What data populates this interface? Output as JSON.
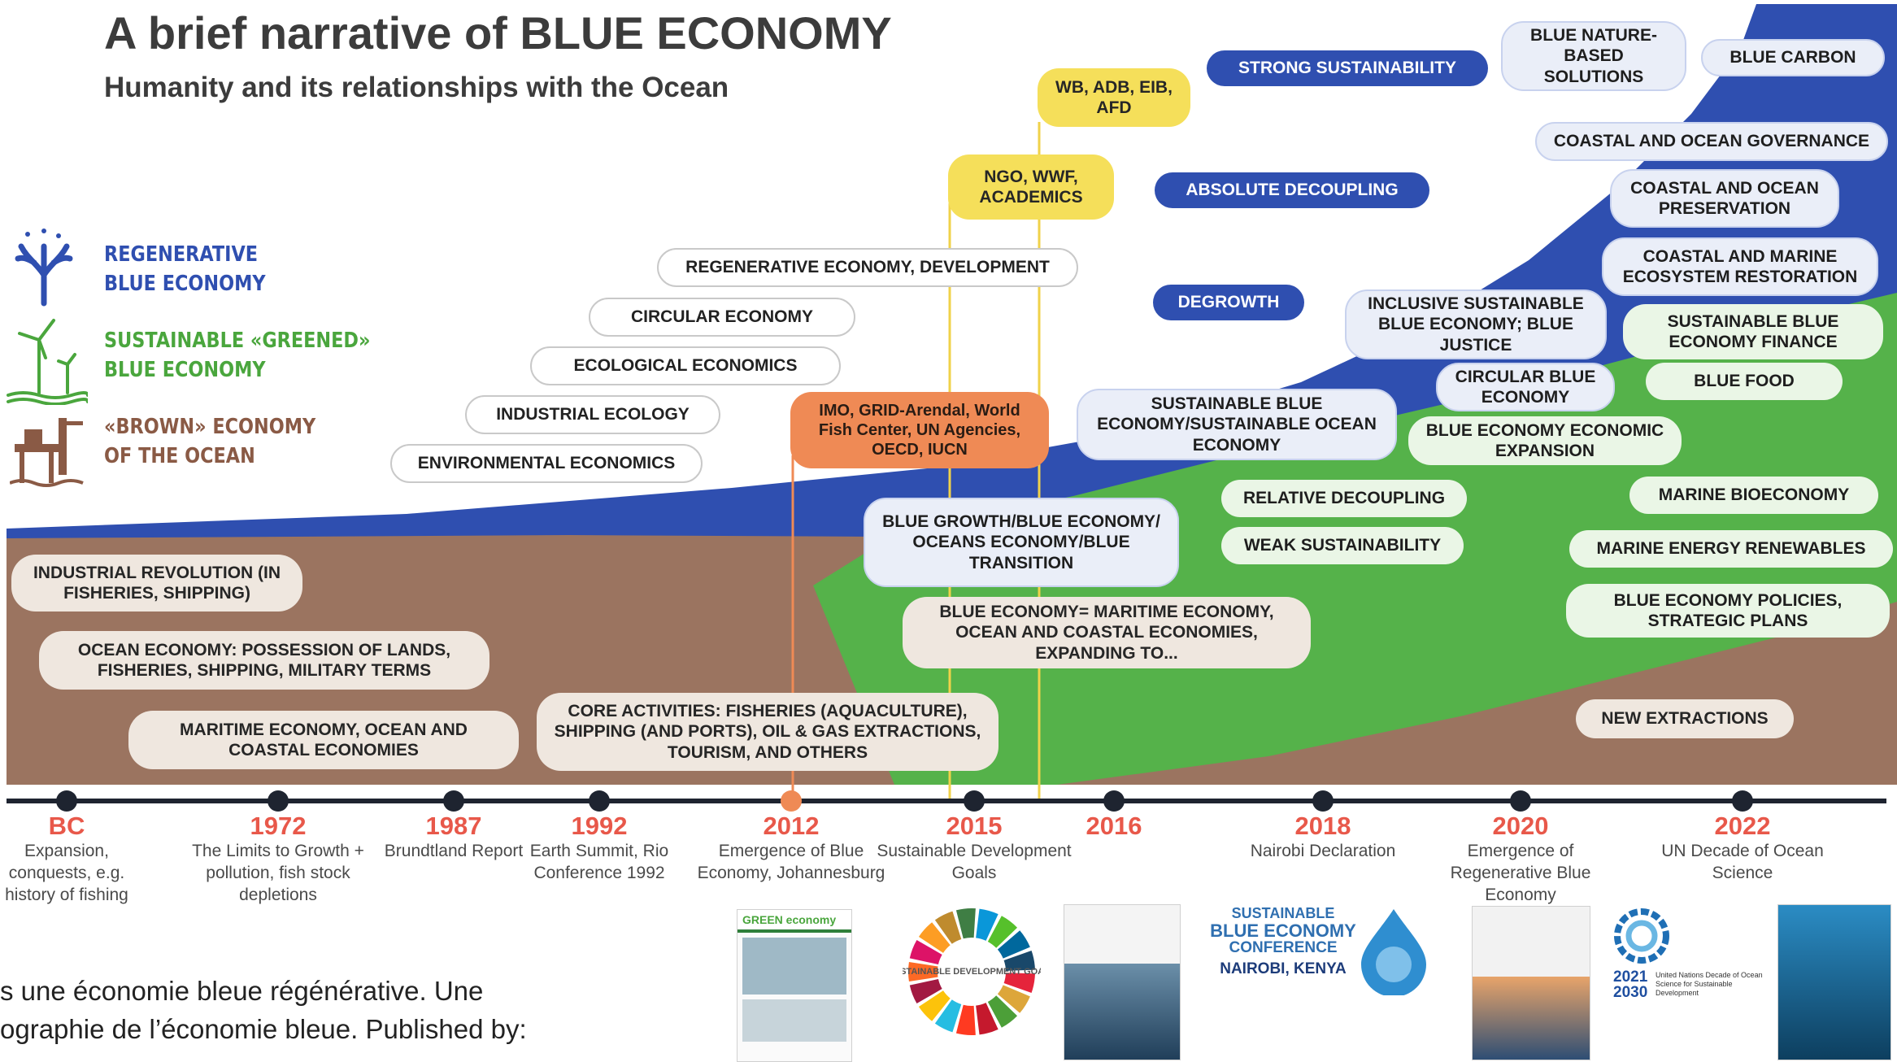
{
  "header": {
    "title": "A brief narrative of BLUE ECONOMY",
    "subtitle": "Humanity and its relationships with the Ocean"
  },
  "colors": {
    "blue": "#2f4fb0",
    "green": "#55b24a",
    "brown": "#9b7460",
    "yellow": "#f5df5a",
    "orange": "#ef8a55",
    "year_red": "#e8584a",
    "timeline": "#1e2430"
  },
  "legend": [
    {
      "line1": "REGENERATIVE",
      "line2": "BLUE ECONOMY",
      "icon": "coral-icon",
      "color": "#2f4fb0"
    },
    {
      "line1": "SUSTAINABLE «GREENED»",
      "line2": "BLUE ECONOMY",
      "icon": "wind-turbine-icon",
      "color": "#4aa63d"
    },
    {
      "line1": "«BROWN» ECONOMY",
      "line2": "OF THE OCEAN",
      "icon": "oil-platform-icon",
      "color": "#8a5a45"
    }
  ],
  "stairs": [
    "REGENERATIVE ECONOMY, DEVELOPMENT",
    "CIRCULAR ECONOMY",
    "ECOLOGICAL ECONOMICS",
    "INDUSTRIAL ECOLOGY",
    "ENVIRONMENTAL ECONOMICS"
  ],
  "actors": {
    "development_banks": "WB, ADB, EIB, AFD",
    "ngos": "NGO, WWF, ACADEMICS",
    "agencies": "IMO, GRID-Arendal, World Fish Center, UN Agencies, OECD, IUCN"
  },
  "sustainability_labels": {
    "strong": "STRONG SUSTAINABILITY",
    "absolute": "ABSOLUTE DECOUPLING",
    "degrowth": "DEGROWTH",
    "relative": "RELATIVE DECOUPLING",
    "weak": "WEAK SUSTAINABILITY"
  },
  "blue_zone": {
    "nature_based": "BLUE NATURE-BASED SOLUTIONS",
    "carbon": "BLUE CARBON",
    "governance": "COASTAL AND OCEAN GOVERNANCE",
    "preservation": "COASTAL AND OCEAN PRESERVATION",
    "restoration": "COASTAL AND MARINE ECOSYSTEM RESTORATION",
    "inclusive": "INCLUSIVE SUSTAINABLE BLUE ECONOMY; BLUE JUSTICE",
    "circular": "CIRCULAR BLUE ECONOMY",
    "sustainable_blue": "SUSTAINABLE BLUE ECONOMY/SUSTAINABLE OCEAN ECONOMY",
    "growth": "BLUE GROWTH/BLUE ECONOMY/ OCEANS ECONOMY/BLUE TRANSITION"
  },
  "green_zone": {
    "finance": "SUSTAINABLE BLUE ECONOMY FINANCE",
    "food": "BLUE FOOD",
    "expansion": "BLUE ECONOMY ECONOMIC EXPANSION",
    "bioeconomy": "MARINE BIOECONOMY",
    "renewables": "MARINE ENERGY RENEWABLES",
    "policies": "BLUE ECONOMY POLICIES, STRATEGIC PLANS"
  },
  "brown_zone": {
    "industrial": "INDUSTRIAL REVOLUTION (IN FISHERIES, SHIPPING)",
    "ocean_economy": "OCEAN ECONOMY: POSSESSION OF LANDS, FISHERIES, SHIPPING, MILITARY TERMS",
    "maritime": "MARITIME ECONOMY, OCEAN AND COASTAL ECONOMIES",
    "core": "CORE ACTIVITIES: FISHERIES (AQUACULTURE), SHIPPING (AND PORTS), OIL & GAS EXTRACTIONS, TOURISM, AND OTHERS",
    "expanding": "BLUE ECONOMY= MARITIME  ECONOMY, OCEAN AND COASTAL ECONOMIES, EXPANDING TO...",
    "new_extractions": "NEW EXTRACTIONS"
  },
  "timeline": [
    {
      "year": "BC",
      "desc": "Expansion, conquests, e.g. history of fishing"
    },
    {
      "year": "1972",
      "desc": "The Limits to Growth + pollution, fish stock depletions"
    },
    {
      "year": "1987",
      "desc": "Brundtland Report"
    },
    {
      "year": "1992",
      "desc": "Earth Summit, Rio Conference 1992"
    },
    {
      "year": "2012",
      "desc": "Emergence of Blue Economy, Johannesburg"
    },
    {
      "year": "2015",
      "desc": "Sustainable Development Goals"
    },
    {
      "year": "2016",
      "desc": ""
    },
    {
      "year": "2018",
      "desc": "Nairobi Declaration"
    },
    {
      "year": "2020",
      "desc": "Emergence of Regenerative Blue Economy"
    },
    {
      "year": "2022",
      "desc": "UN Decade of Ocean Science"
    }
  ],
  "thumbnails": {
    "green_economy": "GREEN economy",
    "sdg": "SUSTAINABLE DEVELOPMENT GOALS",
    "conf_line1": "SUSTAINABLE",
    "conf_line2": "BLUE ECONOMY",
    "conf_line3": "CONFERENCE",
    "conf_place": "NAIROBI, KENYA",
    "decade_years_a": "2021",
    "decade_years_b": "2030",
    "decade_text": "United Nations Decade of Ocean Science for Sustainable Development"
  },
  "caption": {
    "line1": "s une économie bleue régénérative. Une",
    "line2": "ographie de l’économie bleue. Published by:"
  }
}
